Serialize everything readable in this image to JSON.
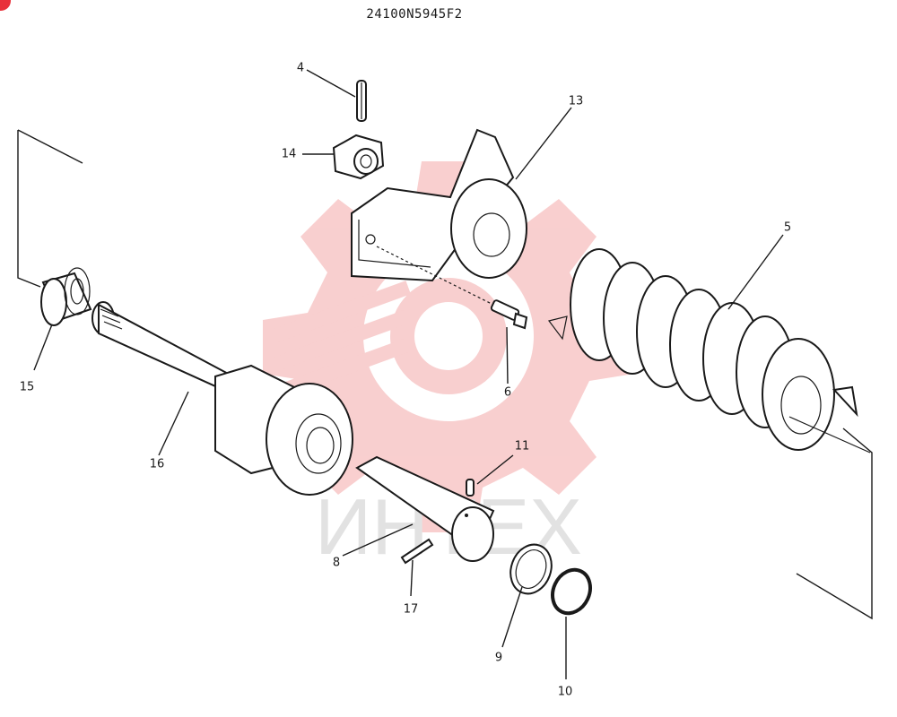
{
  "drawing_number": "24100N5945F2",
  "watermark": {
    "text": "ИНТЕХ",
    "logo_icon": "gear-logo-icon",
    "logo_color": "#f4b0b0",
    "text_color": "#e2e2e2"
  },
  "callouts": [
    {
      "id": "p4",
      "label": "4"
    },
    {
      "id": "p13",
      "label": "13"
    },
    {
      "id": "p14",
      "label": "14"
    },
    {
      "id": "p5",
      "label": "5"
    },
    {
      "id": "p15",
      "label": "15"
    },
    {
      "id": "p16",
      "label": "16"
    },
    {
      "id": "p6",
      "label": "6"
    },
    {
      "id": "p11",
      "label": "11"
    },
    {
      "id": "p8",
      "label": "8"
    },
    {
      "id": "p17",
      "label": "17"
    },
    {
      "id": "p9",
      "label": "9"
    },
    {
      "id": "p10",
      "label": "10"
    }
  ],
  "badge_color": "#e8313a"
}
